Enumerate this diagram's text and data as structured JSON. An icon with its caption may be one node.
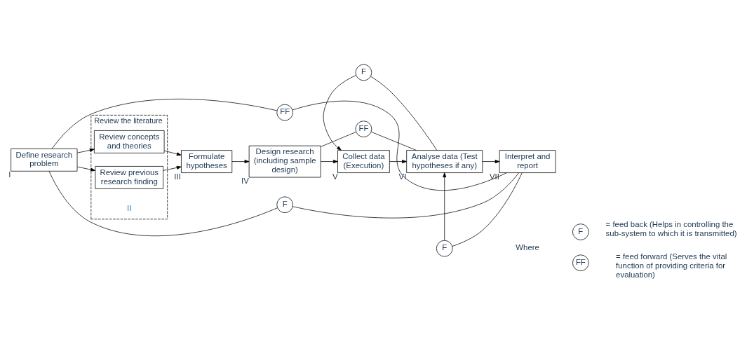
{
  "diagram": {
    "nodes": [
      {
        "text": [
          "Define research problem"
        ],
        "beside": [
          "I"
        ]
      },
      {
        "text": [
          "Review the literature"
        ],
        "beside": [
          "II"
        ]
      },
      {
        "text": [
          "Review concepts and theories"
        ],
        "in": 1
      },
      {
        "text": [
          "Review previous research finding"
        ],
        "in": 1
      },
      {
        "text": [
          "Formulate hypotheses"
        ],
        "beside": [
          "III"
        ]
      },
      {
        "text": [
          "Design research (including sample design)"
        ],
        "beside": [
          "IV"
        ]
      },
      {
        "text": [
          "Collect data (Execution)"
        ],
        "beside": [
          "V"
        ]
      },
      {
        "text": [
          "Analyse data (Test hypotheses if any)"
        ],
        "beside": [
          "VI"
        ]
      },
      {
        "text": [
          "Interpret and report"
        ],
        "beside": [
          "VII"
        ]
      },
      {
        "text": [
          "FF"
        ]
      },
      {
        "text": [
          "F"
        ]
      },
      {
        "text": [
          "FF"
        ]
      },
      {
        "text": [
          "F"
        ]
      },
      {
        "text": [
          "F"
        ]
      },
      {
        "text": [
          "F"
        ],
        "beside": [
          "= feed back (Helps in controlling the sub-system to which it is transmitted)"
        ]
      },
      {
        "text": [
          "FF"
        ],
        "beside": [
          "= feed forward (Serves the vital function of providing criteria for evaluation)"
        ]
      }
    ],
    "edges": [
      {
        "from": 0,
        "to": 2,
        "arrow": "to"
      },
      {
        "from": 0,
        "to": 3,
        "arrow": "to"
      },
      {
        "from": 2,
        "to": 4,
        "arrow": "to"
      },
      {
        "from": 3,
        "to": 4,
        "arrow": "to"
      },
      {
        "from": 4,
        "to": 5,
        "arrow": "to"
      },
      {
        "from": 5,
        "to": 6,
        "arrow": "to"
      },
      {
        "from": 6,
        "to": 7,
        "arrow": "to"
      },
      {
        "from": 7,
        "to": 8,
        "arrow": "to"
      },
      {
        "from": 0,
        "to": 9,
        "arrow": "none"
      },
      {
        "from": 9,
        "to": 8,
        "arrow": "none"
      },
      {
        "from": 8,
        "to": 10,
        "arrow": "none"
      },
      {
        "from": 10,
        "to": 0,
        "arrow": "none"
      },
      {
        "from": 5,
        "to": 11,
        "arrow": "none"
      },
      {
        "from": 11,
        "to": 7,
        "arrow": "none"
      },
      {
        "from": 7,
        "to": 12,
        "arrow": "none"
      },
      {
        "from": 12,
        "to": 6,
        "arrow": "to"
      },
      {
        "from": 8,
        "to": 13,
        "arrow": "none"
      },
      {
        "from": 13,
        "to": 7,
        "arrow": "to"
      }
    ],
    "labels": [
      "Where"
    ]
  }
}
